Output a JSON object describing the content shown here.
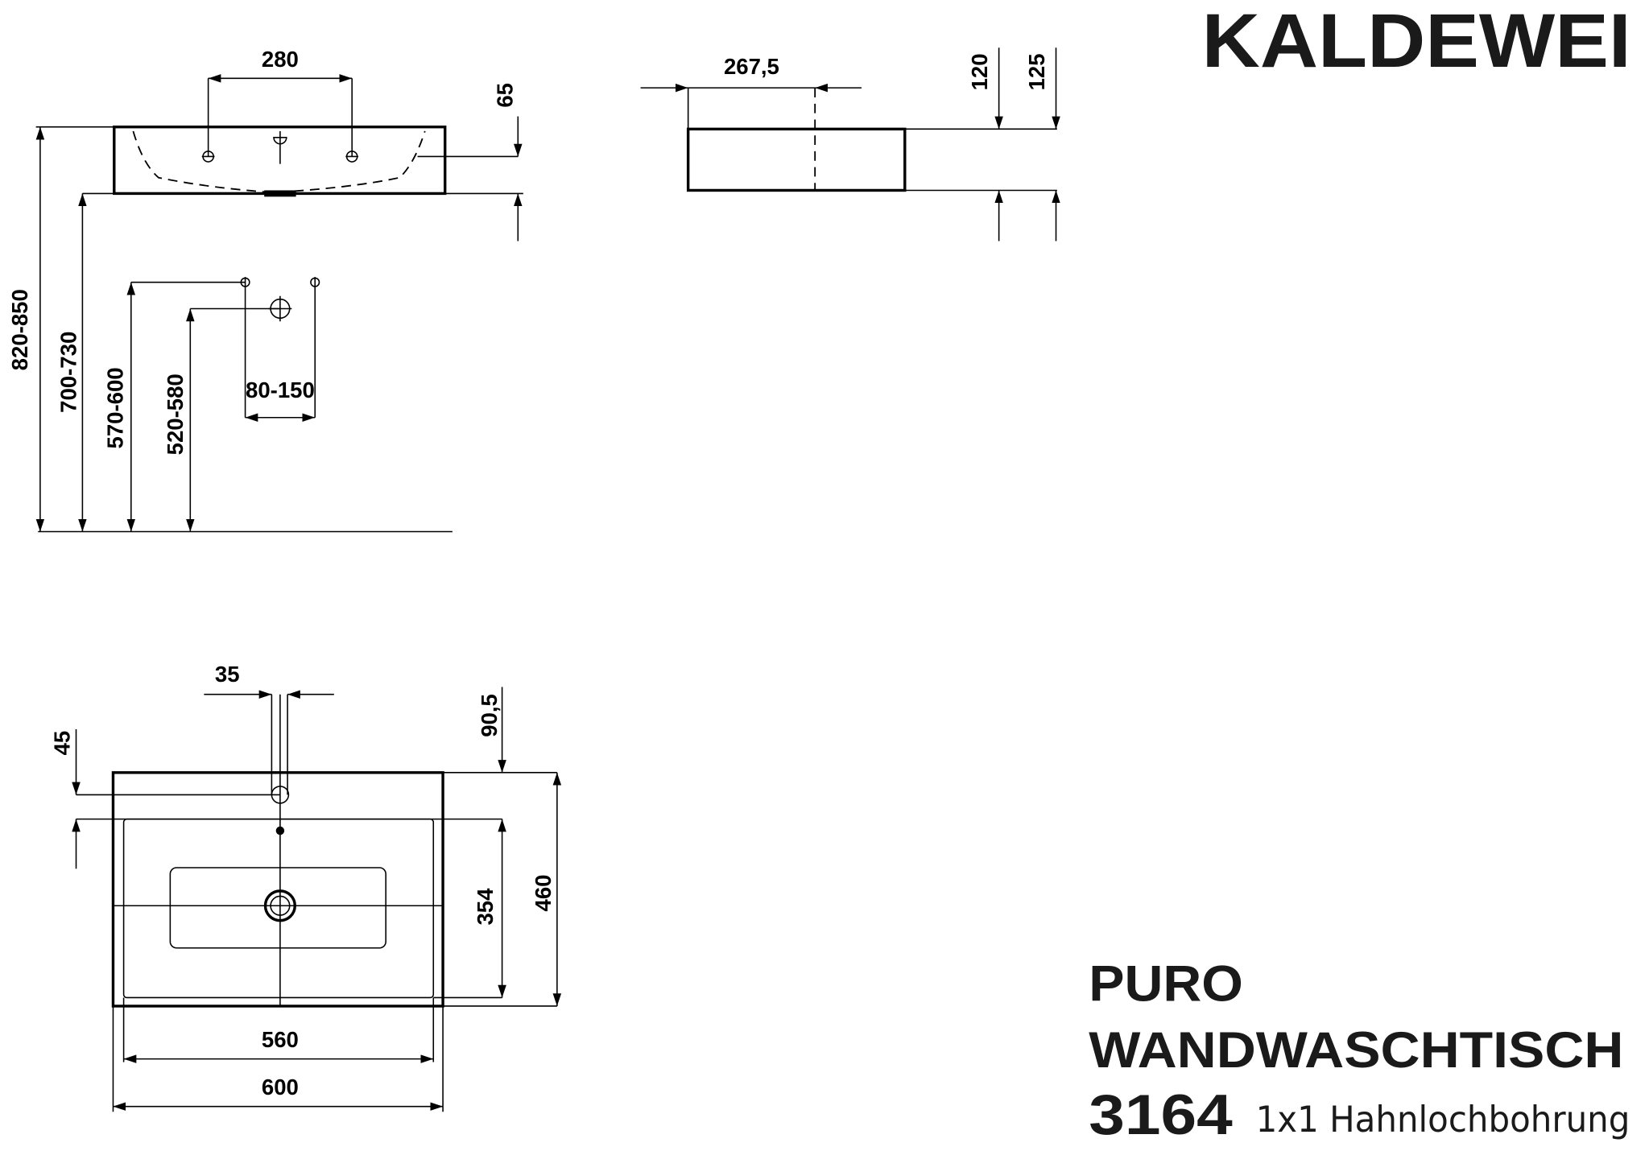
{
  "logo": "KALDEWEI",
  "product": {
    "series": "PURO",
    "type": "WANDWASCHTISCH",
    "number": "3164",
    "variant": "1x1 Hahnlochbohrung"
  },
  "front_view": {
    "tap_spacing": "280",
    "rim_to_overflow": "65",
    "height_1": "820-850",
    "height_2": "700-730",
    "height_3": "570-600",
    "height_4": "520-580",
    "supply_spacing": "80-150"
  },
  "side_view": {
    "depth_to_tap": "267,5",
    "height_a": "120",
    "height_b": "125"
  },
  "top_view": {
    "tap_hole": "35",
    "tap_offset": "45",
    "rim_offset": "90,5",
    "inner_depth": "354",
    "outer_depth": "460",
    "inner_width": "560",
    "outer_width": "600"
  }
}
